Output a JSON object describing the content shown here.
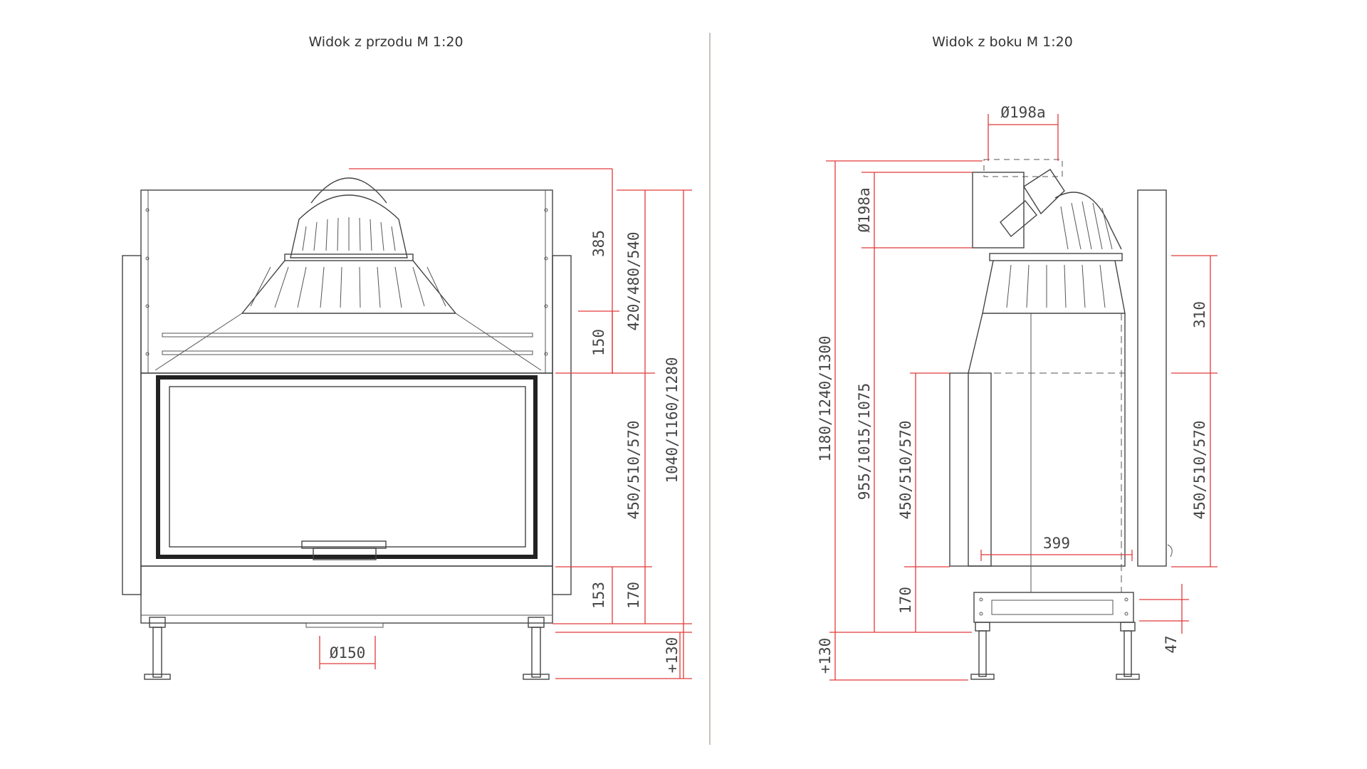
{
  "front": {
    "title": "Widok z przodu M 1:20",
    "dims": {
      "d385": "385",
      "d150": "150",
      "d420": "420/480/540",
      "d450": "450/510/570",
      "d1040": "1040/1160/1280",
      "d153": "153",
      "d170": "170",
      "d130": "+130",
      "flue": "Ø150"
    }
  },
  "side": {
    "title": "Widok z boku M 1:20",
    "dims": {
      "flueTop": "Ø198a",
      "flueLeft": "Ø198a",
      "d1180": "1180/1240/1300",
      "d955": "955/1015/1075",
      "d450l": "450/510/570",
      "d170": "170",
      "d130": "+130",
      "d399": "399",
      "d310": "310",
      "d450r": "450/510/570",
      "d47": "47"
    }
  },
  "colors": {
    "dimension_line": "#e23a3a",
    "drawing_line": "#444444",
    "divider": "#c7c0bb"
  }
}
